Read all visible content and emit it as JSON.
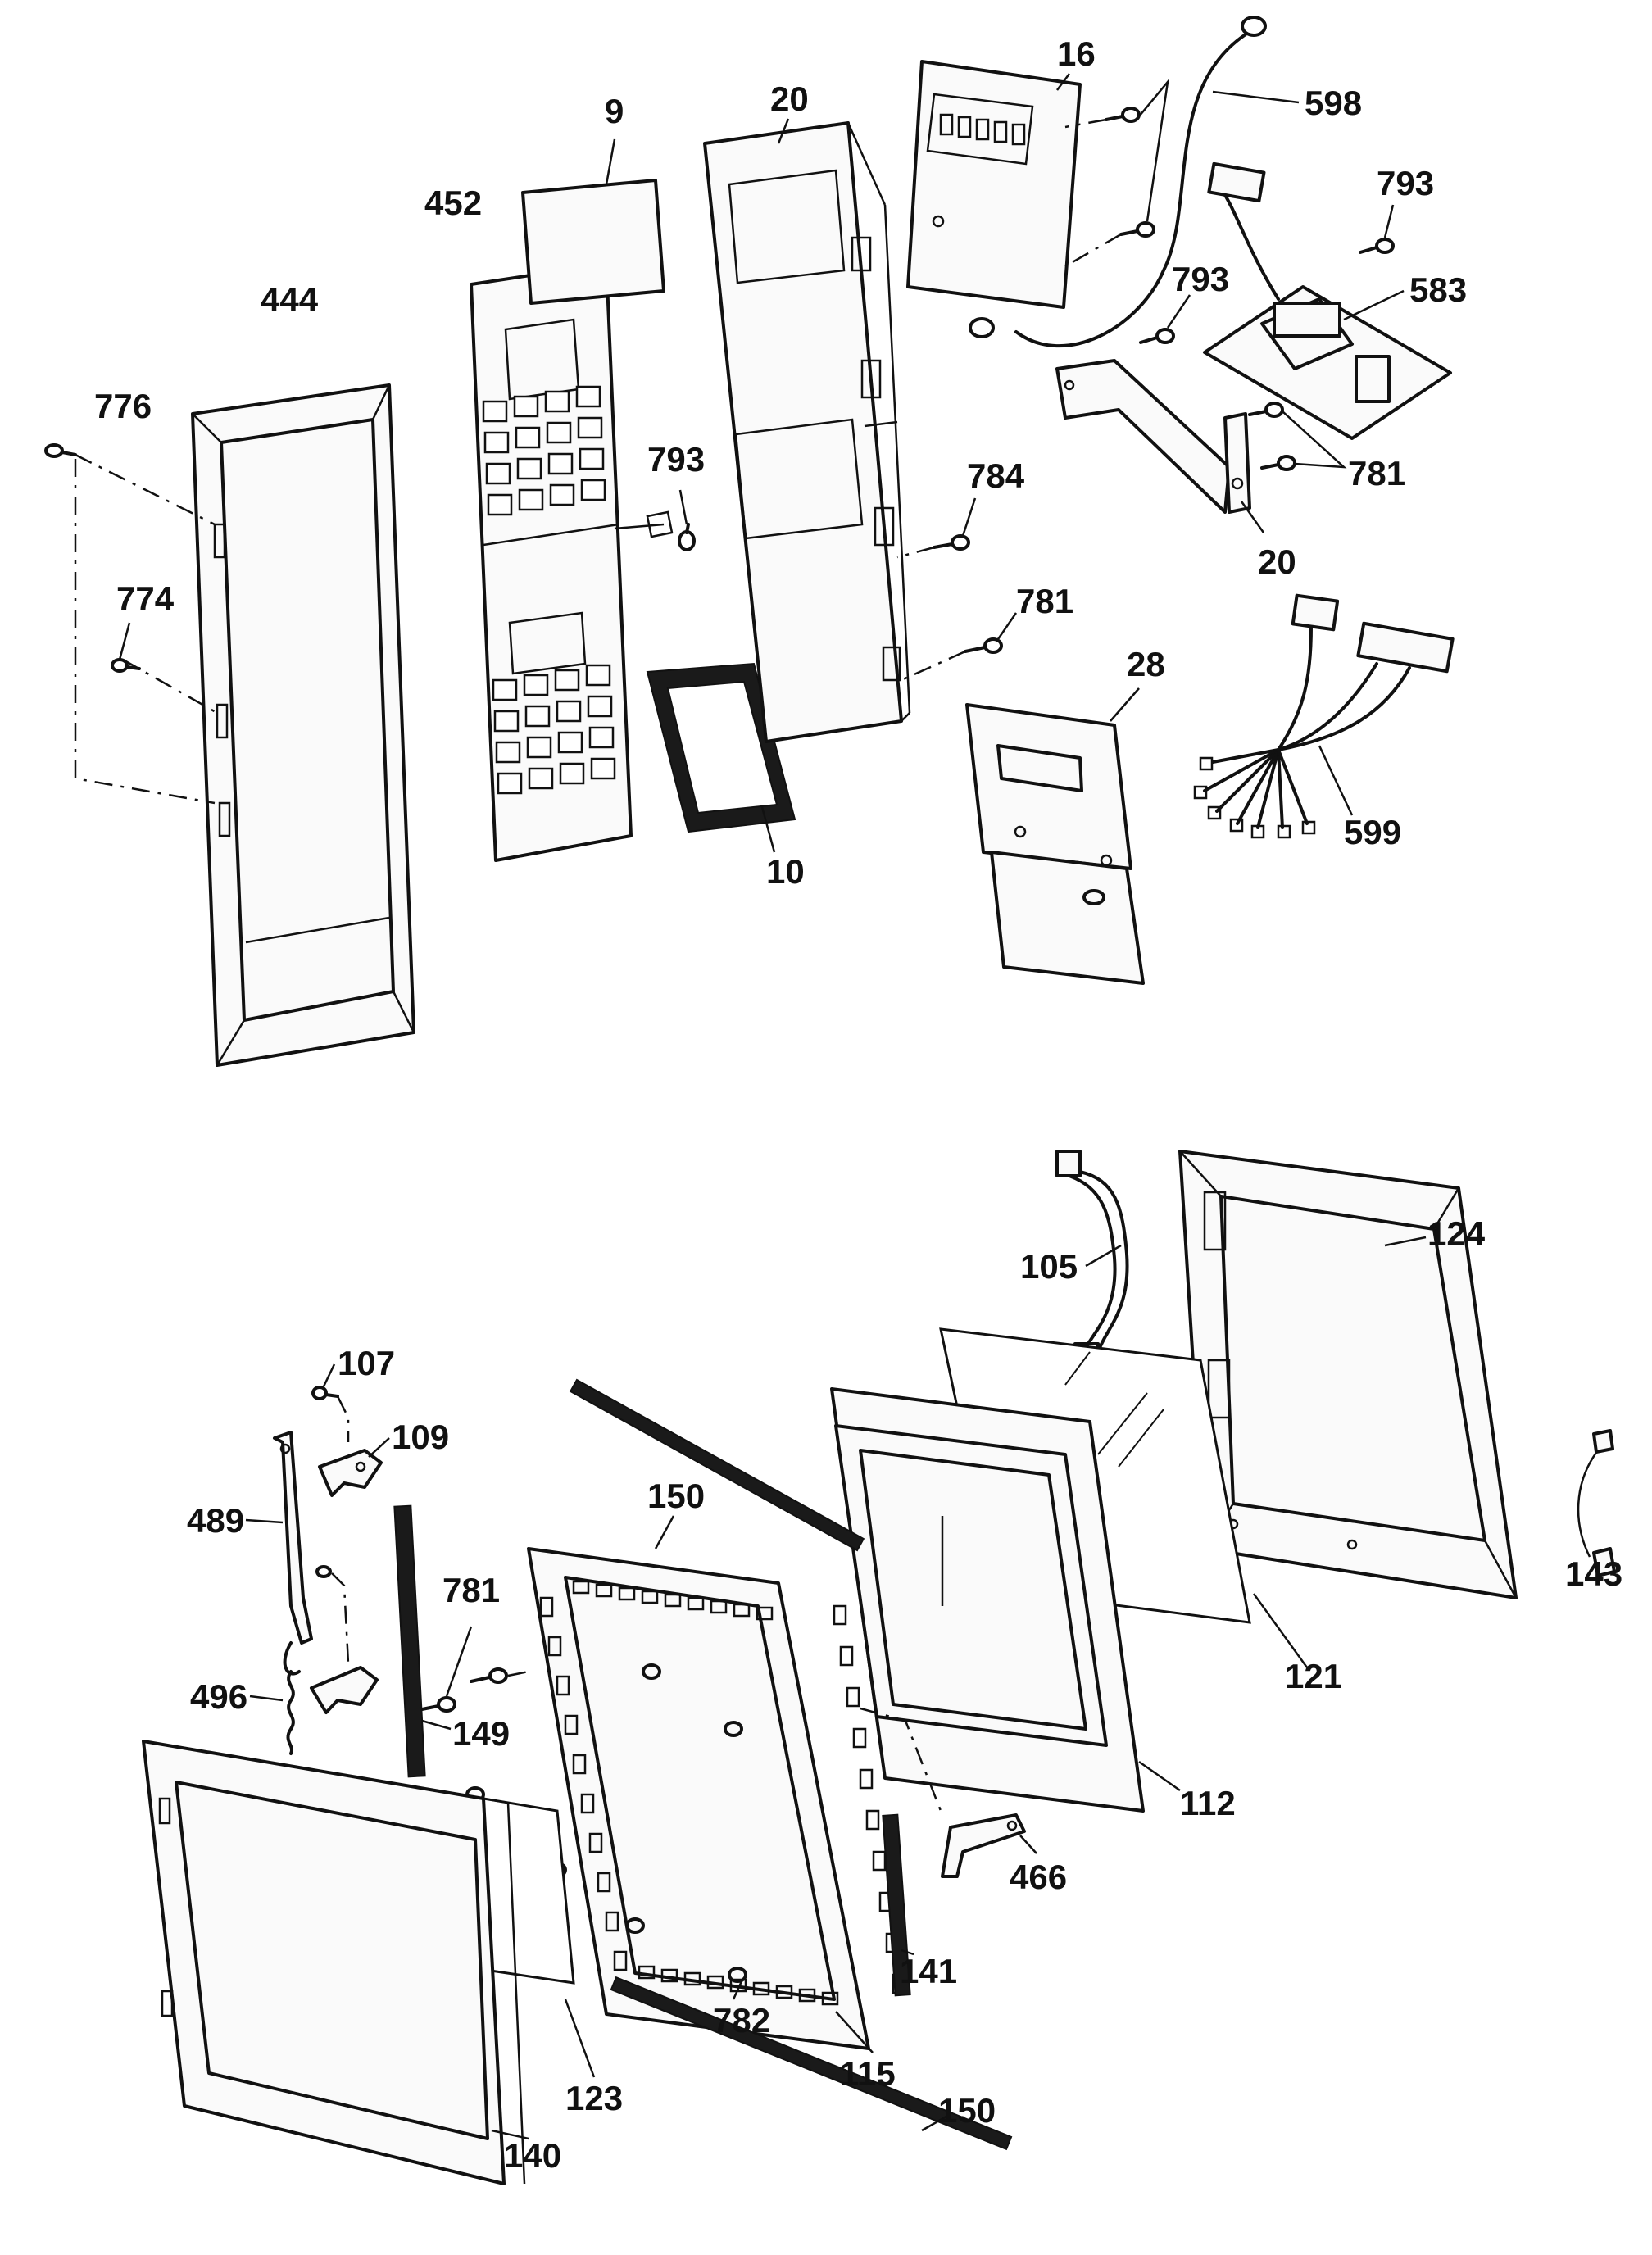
{
  "callouts": {
    "c16": "16",
    "c598": "598",
    "c20a": "20",
    "c9": "9",
    "c793a": "793",
    "c452": "452",
    "c793b": "793",
    "c583": "583",
    "c444": "444",
    "c776": "776",
    "c793c": "793",
    "c784": "784",
    "c781a": "781",
    "c20b": "20",
    "c774": "774",
    "c781b": "781",
    "c28": "28",
    "c10": "10",
    "c599": "599",
    "c124": "124",
    "c105": "105",
    "c107": "107",
    "c109": "109",
    "c489": "489",
    "c150a": "150",
    "c781c": "781",
    "c143": "143",
    "c121": "121",
    "c496": "496",
    "c149": "149",
    "c112": "112",
    "c466": "466",
    "c141": "141",
    "c123": "123",
    "c782": "782",
    "c115": "115",
    "c140": "140",
    "c150b": "150"
  }
}
